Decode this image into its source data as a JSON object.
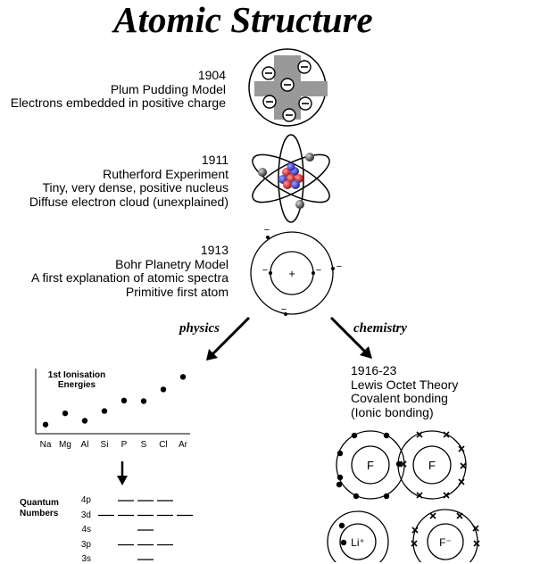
{
  "title": "Atomic Structure",
  "models": [
    {
      "year": "1904",
      "lines": [
        "Plum Pudding Model",
        "Electrons embedded in positive charge"
      ]
    },
    {
      "year": "1911",
      "lines": [
        "Rutherford Experiment",
        "Tiny, very dense, positive nucleus",
        "Diffuse electron cloud (unexplained)"
      ]
    },
    {
      "year": "1913",
      "lines": [
        "Bohr Planetry Model",
        "A first explanation of atomic spectra",
        "Primitive first atom"
      ]
    }
  ],
  "branches": {
    "physics": "physics",
    "chemistry": "chemistry"
  },
  "lewis": {
    "years": "1916-23",
    "lines": [
      "Lewis Octet Theory",
      "Covalent bonding",
      "(Ionic bonding)"
    ]
  },
  "atom_labels": {
    "f1": "F",
    "f2": "F",
    "li": "Li⁺",
    "f_ion": "F⁻"
  },
  "bohr_labels": {
    "nucleus": "+",
    "electron": "−"
  },
  "chart_data": {
    "type": "scatter",
    "title": "1st Ionisation Energies",
    "categories": [
      "Na",
      "Mg",
      "Al",
      "Si",
      "P",
      "S",
      "Cl",
      "Ar"
    ],
    "values": [
      496,
      738,
      578,
      787,
      1012,
      1000,
      1251,
      1521
    ],
    "ylim": [
      300,
      1700
    ],
    "grid": false
  },
  "quantum": {
    "label_line1": "Quantum",
    "label_line2": "Numbers",
    "levels": [
      {
        "name": "4p",
        "boxes": 3,
        "start": 1
      },
      {
        "name": "3d",
        "boxes": 5,
        "start": 0
      },
      {
        "name": "4s",
        "boxes": 1,
        "start": 2
      },
      {
        "name": "3p",
        "boxes": 3,
        "start": 1
      },
      {
        "name": "3s",
        "boxes": 1,
        "start": 2
      }
    ]
  }
}
